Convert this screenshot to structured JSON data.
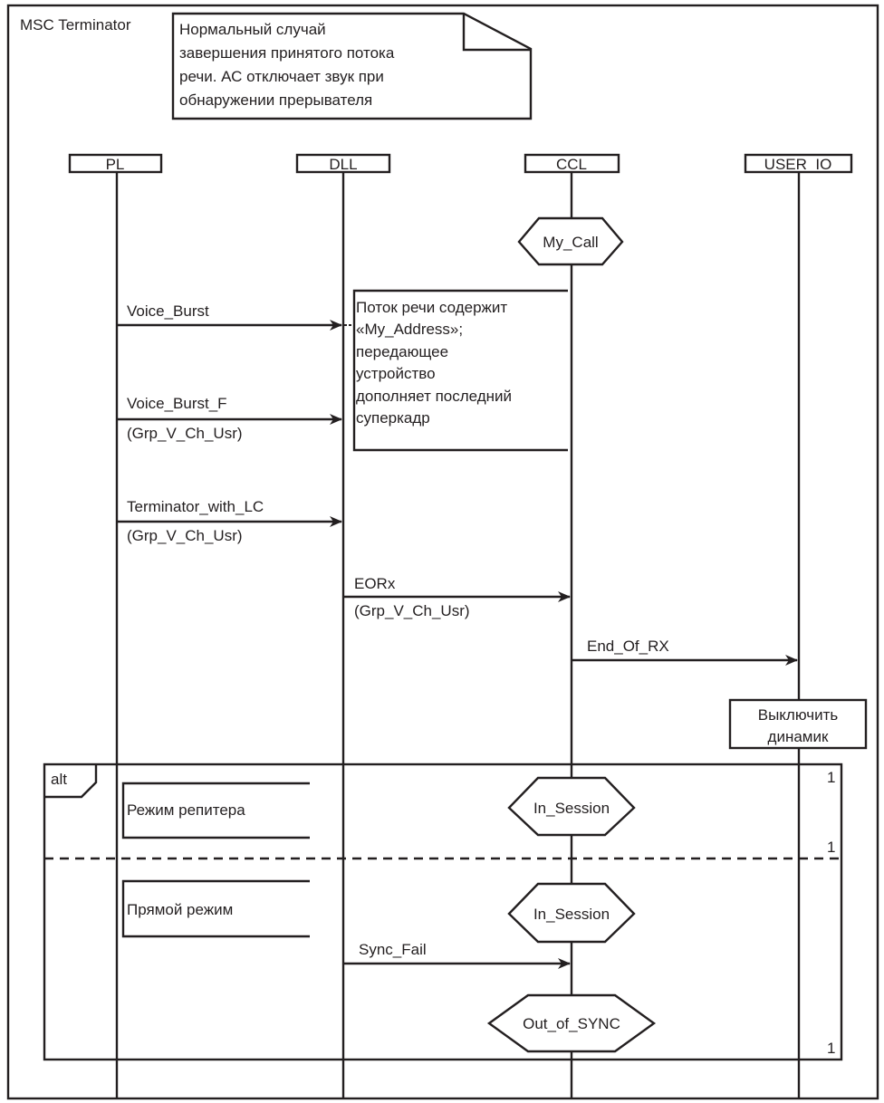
{
  "diagram": {
    "title": "MSC Terminator",
    "header_comment": [
      "Нормальный случай",
      "завершения принятого потока",
      "речи. АС отключает звук при",
      "обнаружении прерывателя"
    ],
    "colors": {
      "ink": "#231f20",
      "background": "#ffffff"
    },
    "instances": [
      {
        "id": "PL",
        "label": "PL"
      },
      {
        "id": "DLL",
        "label": "DLL"
      },
      {
        "id": "CCL",
        "label": "CCL"
      },
      {
        "id": "USER_IO",
        "label": "USER_IO"
      }
    ],
    "conditions": {
      "my_call": "My_Call",
      "in_session_1": "In_Session",
      "in_session_2": "In_Session",
      "out_of_sync": "Out_of_SYNC"
    },
    "messages": [
      {
        "name": "Voice_Burst",
        "param": "",
        "from": "PL",
        "to": "DLL"
      },
      {
        "name": "Voice_Burst_F",
        "param": "(Grp_V_Ch_Usr)",
        "from": "PL",
        "to": "DLL"
      },
      {
        "name": "Terminator_with_LC",
        "param": "(Grp_V_Ch_Usr)",
        "from": "PL",
        "to": "DLL"
      },
      {
        "name": "EORx",
        "param": "(Grp_V_Ch_Usr)",
        "from": "DLL",
        "to": "CCL"
      },
      {
        "name": "End_Of_RX",
        "param": "",
        "from": "CCL",
        "to": "USER_IO"
      },
      {
        "name": "Sync_Fail",
        "param": "",
        "from": "DLL",
        "to": "CCL"
      }
    ],
    "notes": {
      "stream_note": [
        "Поток речи содержит",
        "«My_Address»;",
        "передающее",
        "устройство",
        "дополняет последний",
        "суперкадр"
      ],
      "repeater_mode": "Режим репитера",
      "direct_mode": "Прямой режим"
    },
    "action": [
      "Выключить",
      "динамик"
    ],
    "alt_frame": {
      "operator": "alt",
      "counters": [
        "1",
        "1",
        "1"
      ]
    }
  }
}
